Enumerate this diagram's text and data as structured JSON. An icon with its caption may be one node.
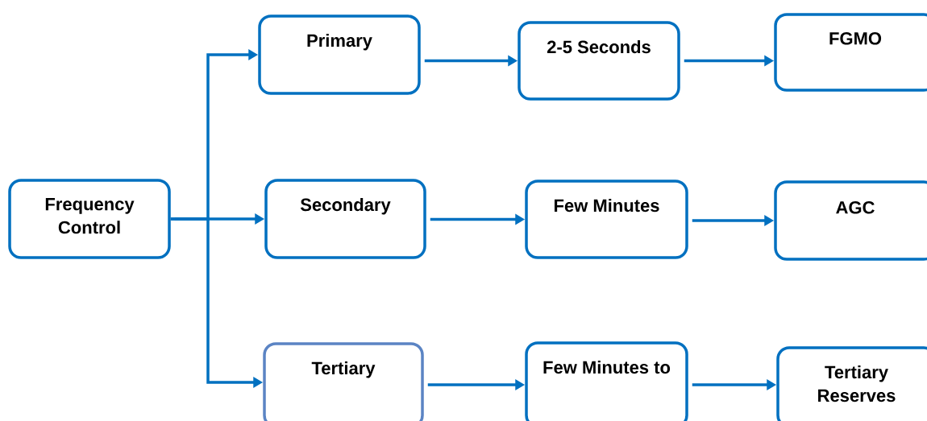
{
  "diagram": {
    "nodes": [
      {
        "text": [
          "Frequency Control"
        ]
      },
      {
        "text": [
          "Primary"
        ]
      },
      {
        "text": [
          "2-5 Seconds"
        ]
      },
      {
        "text": [
          "FGMO"
        ]
      },
      {
        "text": [
          "Secondary"
        ]
      },
      {
        "text": [
          "Few Minutes"
        ]
      },
      {
        "text": [
          "AGC"
        ]
      },
      {
        "text": [
          "Tertiary"
        ]
      },
      {
        "text": [
          "Few Minutes to"
        ]
      },
      {
        "text": [
          "Tertiary Reserves"
        ]
      }
    ],
    "edges": [
      {
        "from": 0,
        "to": 1,
        "arrow": "to"
      },
      {
        "from": 0,
        "to": 4,
        "arrow": "to"
      },
      {
        "from": 0,
        "to": 7,
        "arrow": "to"
      },
      {
        "from": 1,
        "to": 2,
        "arrow": "to"
      },
      {
        "from": 2,
        "to": 3,
        "arrow": "to"
      },
      {
        "from": 4,
        "to": 5,
        "arrow": "to"
      },
      {
        "from": 5,
        "to": 6,
        "arrow": "to"
      },
      {
        "from": 7,
        "to": 8,
        "arrow": "to"
      },
      {
        "from": 8,
        "to": 9,
        "arrow": "to"
      }
    ]
  }
}
